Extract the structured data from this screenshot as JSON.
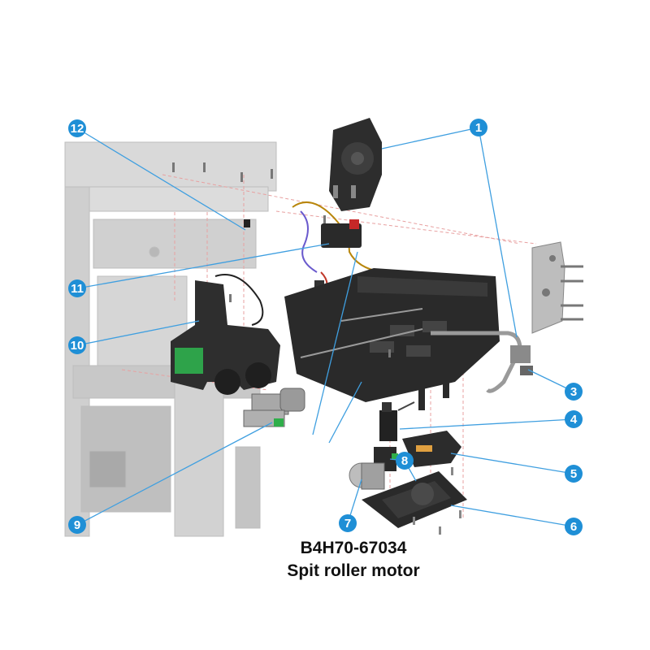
{
  "diagram": {
    "callouts": [
      {
        "id": "1",
        "label": "1"
      },
      {
        "id": "3",
        "label": "3"
      },
      {
        "id": "4",
        "label": "4"
      },
      {
        "id": "5",
        "label": "5"
      },
      {
        "id": "6",
        "label": "6"
      },
      {
        "id": "7",
        "label": "7"
      },
      {
        "id": "8",
        "label": "8"
      },
      {
        "id": "9",
        "label": "9"
      },
      {
        "id": "10",
        "label": "10"
      },
      {
        "id": "11",
        "label": "11"
      },
      {
        "id": "12",
        "label": "12"
      }
    ],
    "colors": {
      "callout_fill": "#1f8fd6",
      "leader_line": "#3f9fe0",
      "part_dark": "#2b2b2b",
      "frame_gray": "#c9c9c9",
      "guide_red": "#e89a9a",
      "accent_green": "#2fae4a"
    }
  },
  "caption": {
    "part_number": "B4H70-67034",
    "part_name": "Spit roller motor"
  }
}
